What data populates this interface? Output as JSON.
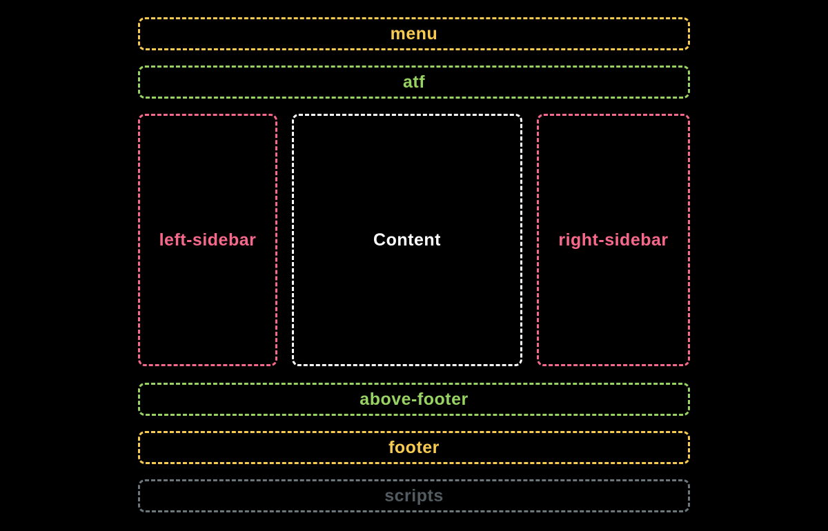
{
  "diagram": {
    "background": "#000000",
    "palette": {
      "yellow": "#F7CB51",
      "green": "#98D263",
      "pink": "#F7698B",
      "white": "#FFFFFF",
      "gray_border": "#6C767B",
      "gray_text": "#525B60"
    },
    "regions": {
      "menu": {
        "label": "menu",
        "color": "#F7CB51"
      },
      "atf": {
        "label": "atf",
        "color": "#98D263"
      },
      "left_sidebar": {
        "label": "left-sidebar",
        "color": "#F7698B"
      },
      "content": {
        "label": "Content",
        "color": "#FFFFFF"
      },
      "right_sidebar": {
        "label": "right-sidebar",
        "color": "#F7698B"
      },
      "above_footer": {
        "label": "above-footer",
        "color": "#98D263"
      },
      "footer": {
        "label": "footer",
        "color": "#F7CB51"
      },
      "scripts": {
        "label": "scripts",
        "border_color": "#6C767B",
        "text_color": "#525B60"
      }
    }
  }
}
